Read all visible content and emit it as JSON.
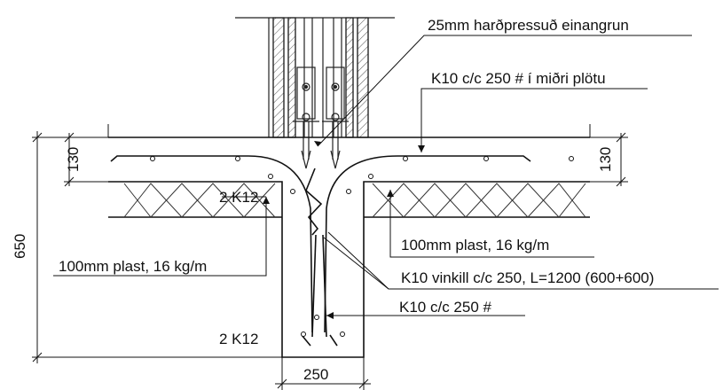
{
  "labels": {
    "insulation_25": "25mm harðpressuð einangrun",
    "rebar_slab_mid": "K10 c/c 250 # í miðri plötu",
    "plastic_right": "100mm plast, 16 kg/m",
    "plastic_left": "100mm plast, 16 kg/m",
    "angle_bars": "K10 vinkill c/c 250, L=1200 (600+600)",
    "rebar_wall": "K10 c/c 250 #",
    "bars_top": "2 K12",
    "bars_bottom": "2 K12"
  },
  "dimensions": {
    "slab_left": "130",
    "slab_right": "130",
    "total_height": "650",
    "beam_width": "250"
  }
}
